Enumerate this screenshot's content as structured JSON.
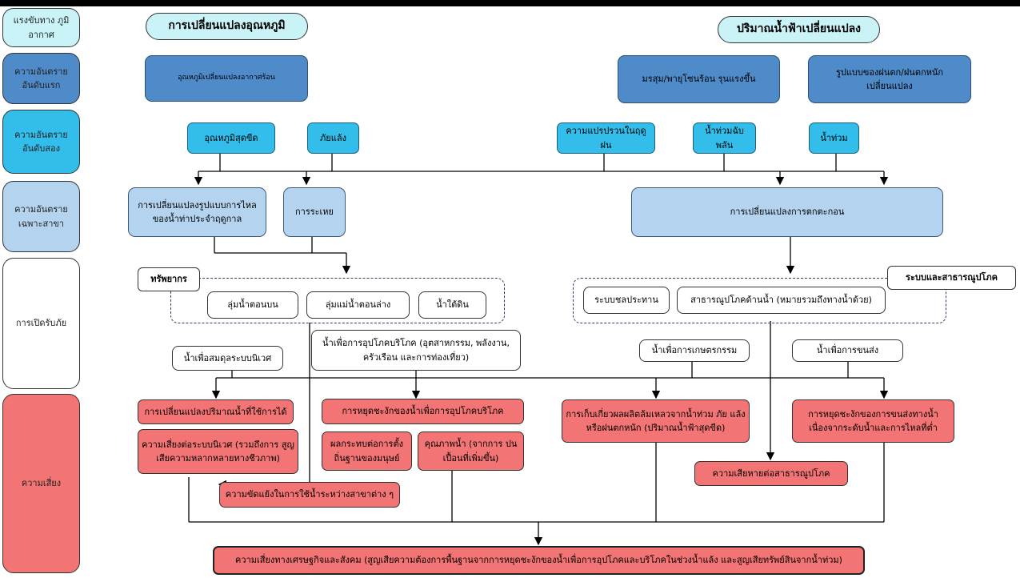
{
  "rows": {
    "driver": "แรงขับทาง ภูมิอากาศ",
    "primary": "ความอันตราย อันดับแรก",
    "secondary": "ความอันตราย อันดับสอง",
    "sector": "ความอันตราย เฉพาะสาขา",
    "exposure": "การเปิดรับภัย",
    "risk": "ความเสี่ยง"
  },
  "drivers": {
    "temperature": "การเปลี่ยนแปลงอุณหภูมิ",
    "rainfall": "ปริมาณน้ำฟ้าเปลี่ยนแปลง"
  },
  "primary_hazards": {
    "temp_change": "อุณหภูมิเปลี่ยนแปลงอากาศร้อน",
    "monsoon": "มรสุม/พายุโซนร้อน รุนแรงขึ้น",
    "rain_pattern": "รูปแบบของฝนตก/ฝนตกหนัก เปลี่ยนแปลง"
  },
  "secondary_hazards": {
    "extreme_temp": "อุณหภูมิสุดขีด",
    "drought": "ภัยแล้ง",
    "season_var": "ความแปรปรวนในฤดูฝน",
    "flash_flood": "น้ำท่วมฉับพลัน",
    "flood": "น้ำท่วม"
  },
  "sector_hazards": {
    "flow_change": "การเปลี่ยนแปลงรูปแบบการไหล ของน้ำท่าประจำฤดูกาล",
    "evaporation": "การระเหย",
    "sedimentation": "การเปลี่ยนแปลงการตกตะกอน"
  },
  "exposure": {
    "resources_label": "ทรัพยากร",
    "upper_basin": "ลุ่มน้ำตอนบน",
    "lower_basin": "ลุ่มแม่น้ำตอนล่าง",
    "groundwater": "น้ำใต้ดิน",
    "systems_label": "ระบบและสาธารณูปโภค",
    "irrigation": "ระบบชลประทาน",
    "water_utility": "สาธารณูปโภคด้านน้ำ (หมายรวมถึงทางน้ำด้วย)",
    "ecosystem_water": "น้ำเพื่อสมดุลระบบนิเวศ",
    "consumption_water": "น้ำเพื่อการอุปโภคบริโภค (อุตสาหกรรม, พลังงาน, ครัวเรือน และการท่องเที่ยว)",
    "agri_water": "น้ำเพื่อการเกษตรกรรม",
    "transport_water": "น้ำเพื่อการขนส่ง"
  },
  "risks": {
    "usable_volume": "การเปลี่ยนแปลงปริมาณน้ำที่ใช้การได้",
    "ecosystem_risk": "ความเสี่ยงต่อระบบนิเวศ (รวมถึงการ สูญเสียความหลากหลายทางชีวภาพ)",
    "conflict": "ความขัดแย้งในการใช้น้ำระหว่างสาขาต่าง ๆ",
    "supply_disruption": "การหยุดชะงักของน้ำเพื่อการอุปโภคบริโภค",
    "settlement_impact": "ผลกระทบต่อการตั้ง ถิ่นฐานของมนุษย์",
    "water_quality": "คุณภาพน้ำ (จากการ ปนเปื้อนที่เพิ่มขึ้น)",
    "harvest_failure": "การเก็บเกี่ยวผลผลิตล้มเหลวจากน้ำท่วม ภัย แล้ง หรือฝนตกหนัก (ปริมาณน้ำฟ้าสุดขีด)",
    "utility_damage": "ความเสียหายต่อสาธารณูปโภค",
    "transport_disruption": "การหยุดชะงักของการขนส่งทางน้ำ เนื่องจากระดับน้ำและการไหลที่ต่ำ",
    "economic_social": "ความเสี่ยงทางเศรษฐกิจและสังคม (สูญเสียความต้องการพื้นฐานจากการหยุดชะงักของน้ำเพื่อการอุปโภคและบริโภคในช่วงน้ำแล้ง และสูญเสียทรัพย์สินจากน้ำท่วม)"
  },
  "colors": {
    "driver_fill": "#c9f3f7",
    "primary_fill": "#4f8ac9",
    "secondary_fill": "#33bdea",
    "sector_fill": "#b4d3ee",
    "risk_fill": "#f37474",
    "connector": "#000000"
  }
}
